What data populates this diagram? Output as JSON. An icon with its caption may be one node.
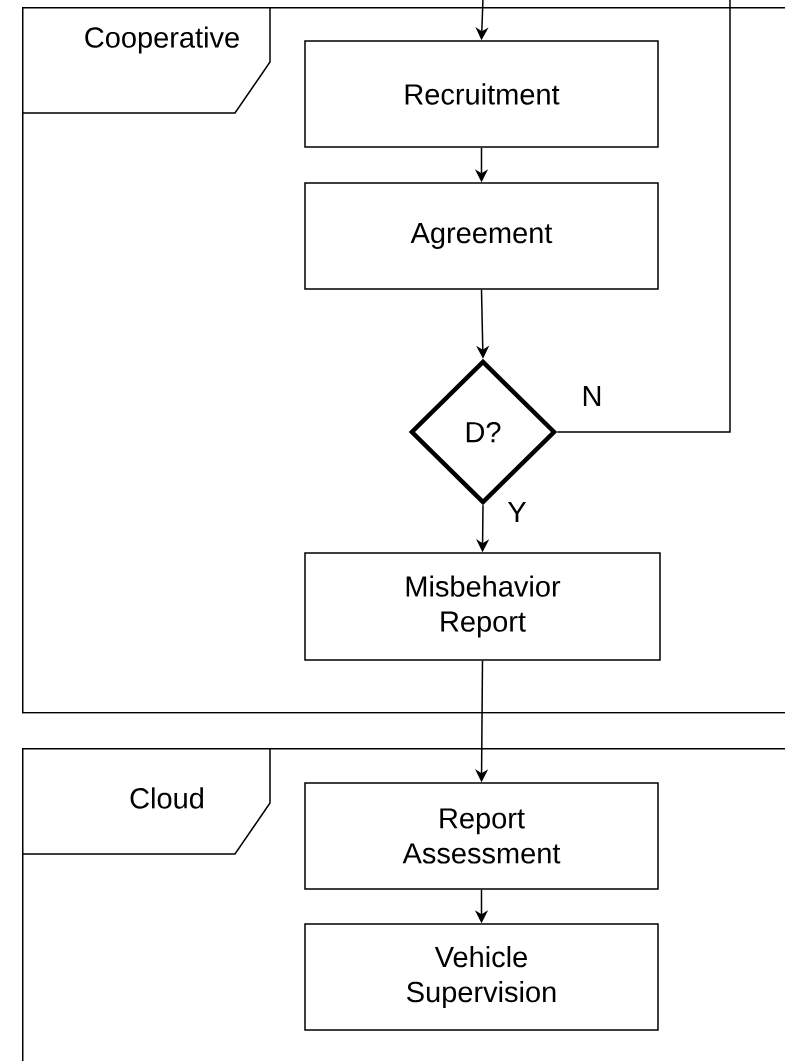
{
  "diagram": {
    "nodes": [
      {
        "text": [
          "Cooperative"
        ]
      },
      {
        "text": [
          "Recruitment"
        ],
        "in": 0
      },
      {
        "text": [
          "Agreement"
        ],
        "in": 0
      },
      {
        "text": [
          "D?"
        ],
        "in": 0
      },
      {
        "text": [
          "Misbehavior Report"
        ],
        "in": 0
      },
      {
        "text": [
          "Cloud"
        ]
      },
      {
        "text": [
          "Report Assessment"
        ],
        "in": 5
      },
      {
        "text": [
          "Vehicle Supervision"
        ],
        "in": 5
      }
    ],
    "edges": [
      {
        "from": null,
        "to": 1,
        "arrow": "to"
      },
      {
        "from": 1,
        "to": 2,
        "arrow": "to"
      },
      {
        "from": 2,
        "to": 3,
        "arrow": "to"
      },
      {
        "from": 3,
        "to": 4,
        "arrow": "to",
        "label": "Y"
      },
      {
        "from": 3,
        "to": null,
        "arrow": "none",
        "label": "N"
      },
      {
        "from": 4,
        "to": 6,
        "arrow": "to"
      },
      {
        "from": 6,
        "to": 7,
        "arrow": "to"
      }
    ]
  }
}
